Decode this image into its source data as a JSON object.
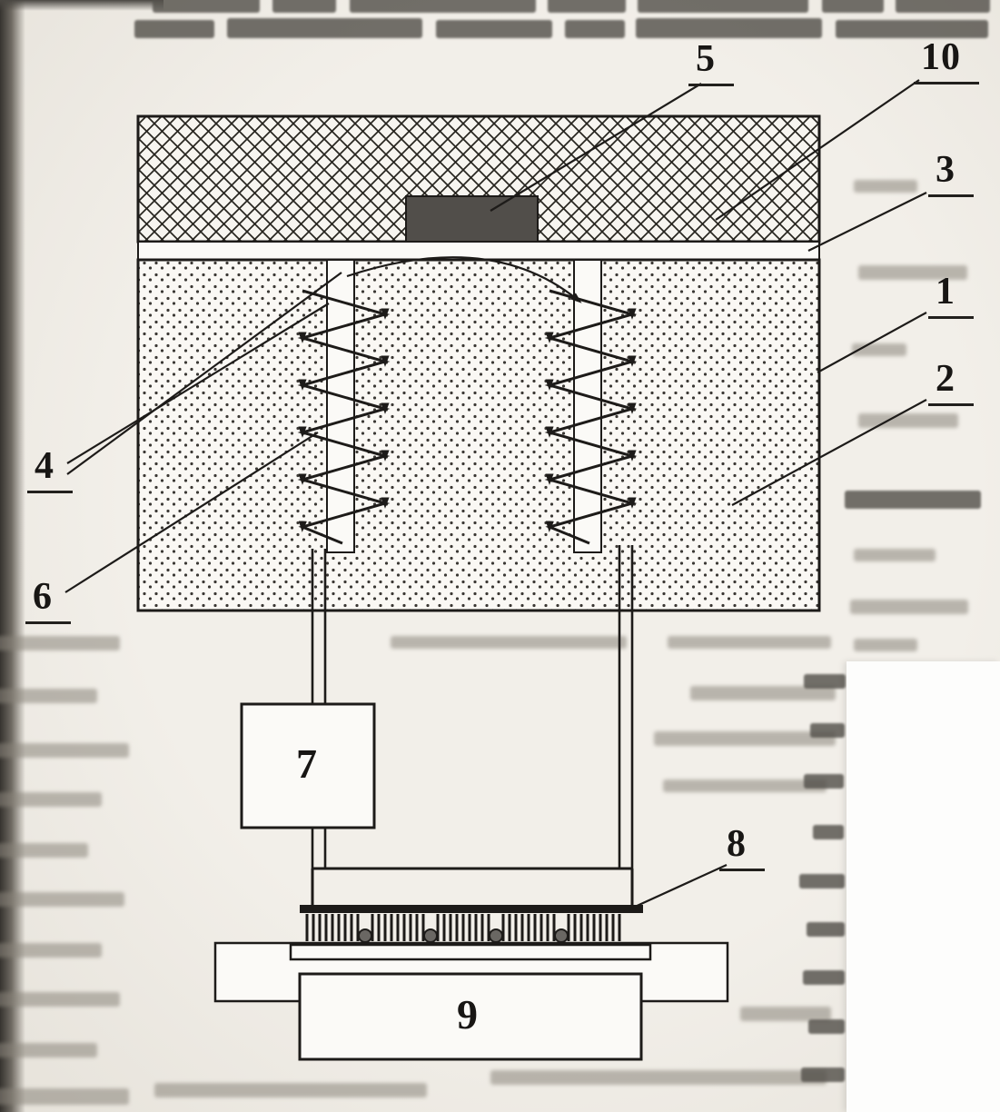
{
  "page": {
    "kind": "scanned book page with technical device figure",
    "figure": {
      "callouts": {
        "c1": "1",
        "c2": "2",
        "c3": "3",
        "c4": "4",
        "c5": "5",
        "c6": "6",
        "c7": "7",
        "c8": "8",
        "c9": "9",
        "c10": "10"
      }
    },
    "colors": {
      "paper": "#f1eee8",
      "ink": "#1d1b19",
      "dark_insert": "#514e4a",
      "scan_edge": "#36332f",
      "faded_text": "#8a857b"
    }
  }
}
